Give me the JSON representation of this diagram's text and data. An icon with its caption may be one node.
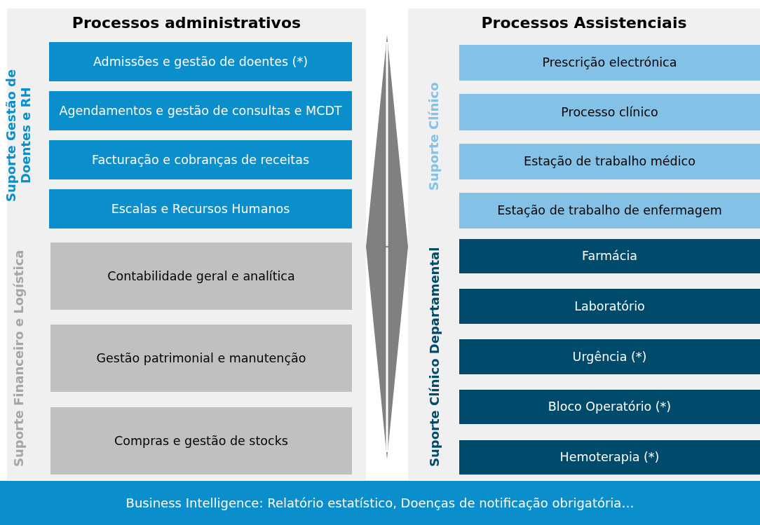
{
  "diagram": {
    "nodes": [
      {
        "text": [
          "Processos administrativos"
        ]
      },
      {
        "text": [
          "Admissões e gestão de doentes (*)"
        ],
        "in": 0
      },
      {
        "text": [
          "Agendamentos e gestão de consultas e MCDT"
        ],
        "in": 0
      },
      {
        "text": [
          "Facturação e cobranças de receitas"
        ],
        "in": 0
      },
      {
        "text": [
          "Escalas e Recursos Humanos"
        ],
        "in": 0
      },
      {
        "text": [
          "Contabilidade geral e analítica"
        ],
        "in": 0
      },
      {
        "text": [
          "Gestão patrimonial e manutenção"
        ],
        "in": 0
      },
      {
        "text": [
          "Compras e gestão de stocks"
        ],
        "in": 0
      },
      {
        "text": [
          "Processos Assistenciais"
        ]
      },
      {
        "text": [
          "Prescrição electrónica"
        ],
        "in": 8
      },
      {
        "text": [
          "Processo clínico"
        ],
        "in": 8
      },
      {
        "text": [
          "Estação de trabalho médico"
        ],
        "in": 8
      },
      {
        "text": [
          "Estação de trabalho de enfermagem"
        ],
        "in": 8
      },
      {
        "text": [
          "Farmácia"
        ],
        "in": 8
      },
      {
        "text": [
          "Laboratório"
        ],
        "in": 8
      },
      {
        "text": [
          "Urgência (*)"
        ],
        "in": 8
      },
      {
        "text": [
          "Bloco Operatório (*)"
        ],
        "in": 8
      },
      {
        "text": [
          "Hemoterapia (*)"
        ],
        "in": 8
      },
      {
        "text": [
          "Business Intelligence:  Relatório estatístico, Doenças de notificação obrigatória…"
        ]
      }
    ],
    "edges": [
      {
        "from": 0,
        "to": 8,
        "arrow": "both"
      }
    ],
    "labels": [
      "Suporte Gestão de Doentes e RH",
      "Suporte Financeiro e Logística",
      "Suporte Clínico",
      "Suporte Clínico Departamental"
    ]
  }
}
